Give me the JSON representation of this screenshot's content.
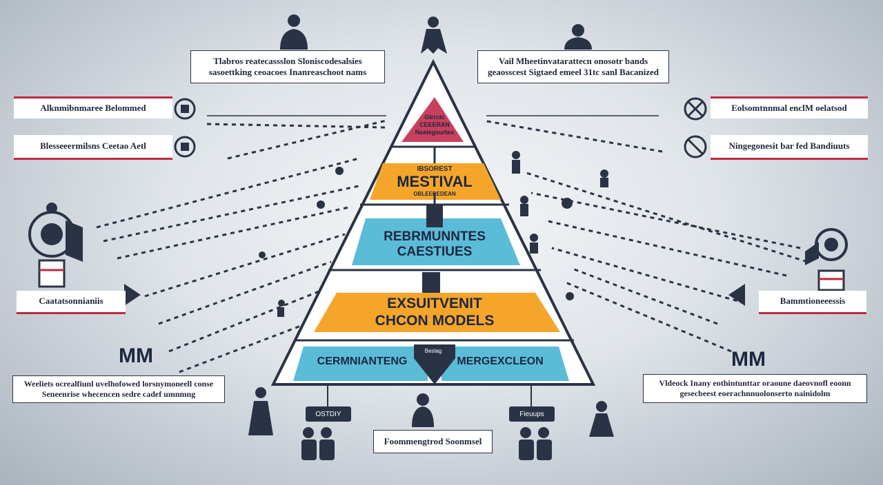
{
  "colors": {
    "navy": "#2a3345",
    "red_accent": "#c0283f",
    "tier_top": "#c9405e",
    "tier_orange": "#f5a52a",
    "tier_blue": "#5bbcd8"
  },
  "top_boxes": {
    "left": [
      "Tlabros reatecassslon Sloniscodesalsies",
      "sasoettking ceoacoes Inanreaschoot nams"
    ],
    "right": [
      "Vail Mheetinvatarattecn onosotr bands",
      "geaosscest Sigtaed emeel 31tc sanl Bacanized"
    ]
  },
  "left_banners": [
    "Alknmibnmaree Belommed",
    "Blesseeermilsns Ceetao Aetl",
    "Caatatsonnianiis"
  ],
  "right_banners": [
    "Eolsomtnnmal enclM oelatsod",
    "Ningegonesit bar fed Bandiuuts",
    "Bammtioneeessis"
  ],
  "side_marks": {
    "left": "MM",
    "right": "MM"
  },
  "pyramid": {
    "tier1": [
      "Glrrctc",
      "CEEERAN",
      "Nealegsurtes"
    ],
    "tier2": [
      "IBSOREST",
      "MESTIVAL",
      "OBLEEREDEAN"
    ],
    "tier3": [
      "REBRMUNNTES",
      "CAESTIUES"
    ],
    "tier4": [
      "EXSUITVENIT",
      "CHCON MODELS"
    ],
    "tier5_left": "CERMNIANTENG",
    "tier5_right": "MERGEXCLEON",
    "tier5_tag": "Beslag"
  },
  "bottom_boxes": {
    "left": [
      "Weeliets ocrealfiunl uvelhofowed lorsnymoneell conse",
      "Seneenrise whecencen sedre cadef umnmng"
    ],
    "right": [
      "Vldeock Inany eothintunttar oraoune daeovnofl eoonn",
      "gesecbeest eoerachnnuolonserto nainidolm"
    ],
    "center": "Foommengtrod Soonmsel"
  },
  "tags": {
    "left": "OSTDIY",
    "right": "Fieuups"
  },
  "icons": [
    "presenter-icon",
    "leader-icon",
    "executive-icon",
    "megaphone-icon",
    "thumbs-up-icon",
    "network-icon",
    "audience-icon",
    "person-icon"
  ]
}
